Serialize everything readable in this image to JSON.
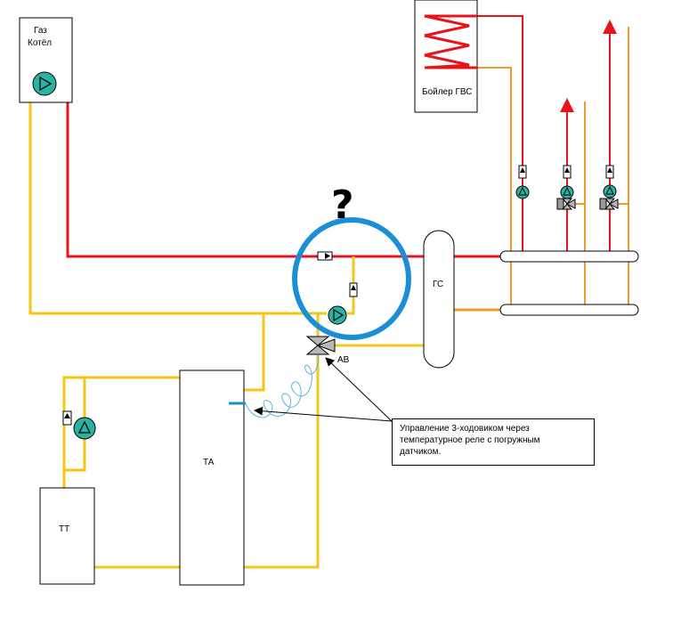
{
  "labels": {
    "gas_boiler_line1": "Газ",
    "gas_boiler_line2": "Котёл",
    "dhw_boiler": "Бойлер  ГВС",
    "hydro_separator": "ГС",
    "valve": "АВ",
    "buffer_tank": "ТА",
    "solid_fuel_boiler": "ТТ",
    "question_mark": "?"
  },
  "annotation": {
    "line1": "Управление  3-ходовиком  через",
    "line2": "температурное  реле  с погружным",
    "line3": "датчиком."
  },
  "colors": {
    "supply_red": "#e8141b",
    "return_yellow": "#f5c518",
    "return_orange": "#f29a2e",
    "highlight_blue": "#1b8fd6",
    "pump_fill": "#2ab3a3",
    "sensor_cable": "#5bb4dc"
  },
  "icons": {
    "pump": "pump-icon",
    "check_valve": "check-valve-icon",
    "three_way_valve": "three-way-valve-icon",
    "arrow": "flow-arrow-icon"
  }
}
